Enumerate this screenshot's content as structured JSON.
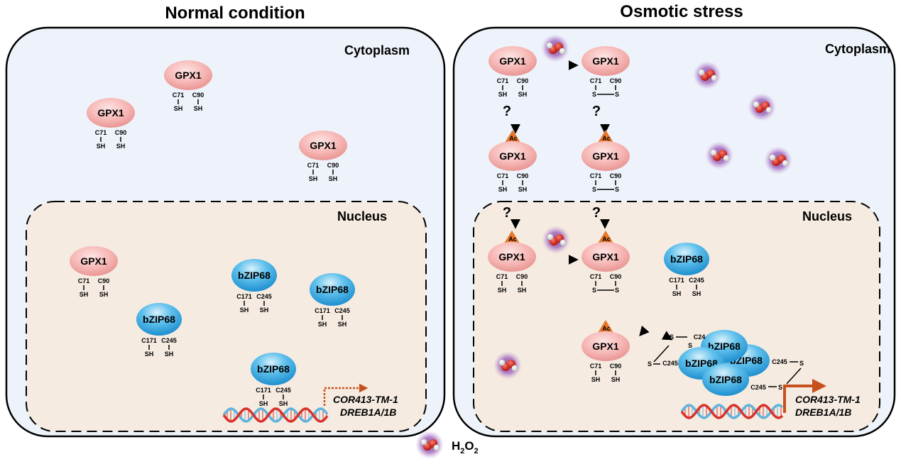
{
  "panels": {
    "left": {
      "title": "Normal condition",
      "cytoplasm_label": "Cytoplasm",
      "nucleus_label": "Nucleus"
    },
    "right": {
      "title": "Osmotic stress",
      "cytoplasm_label": "Cytoplasm",
      "nucleus_label": "Nucleus"
    }
  },
  "proteins": {
    "gpx1": {
      "name": "GPX1",
      "res1": "C71",
      "res2": "C90",
      "sh": "SH",
      "s": "S"
    },
    "bzip68": {
      "name": "bZIP68",
      "res1": "C171",
      "res2": "C245",
      "sh": "SH",
      "s": "S"
    }
  },
  "labels": {
    "question": "?",
    "acetyl": "Ac",
    "c245": "C245",
    "s": "S",
    "c24_partial": "C24"
  },
  "genes": {
    "gene1": "COR413-TM-1",
    "gene2": "DREB1A/1B"
  },
  "legend": {
    "h2o2_label": "H2O2",
    "h2o2_main": "H",
    "h2o2_sub": "2",
    "h2o2_o": "O",
    "h": "H",
    "o": "O"
  },
  "colors": {
    "cytoplasm_fill": "#eef3fb",
    "nucleus_fill": "#f5ebe0",
    "gpx1_fill": "#f4b3b1",
    "bzip68_fill": "#3fa9df",
    "acetyl_fill": "#e8772a",
    "arrow_orange": "#c8501f",
    "dna_red": "#d8312b",
    "dna_blue": "#5fb3dd",
    "h2o2_glow": "#8a4fa8"
  }
}
